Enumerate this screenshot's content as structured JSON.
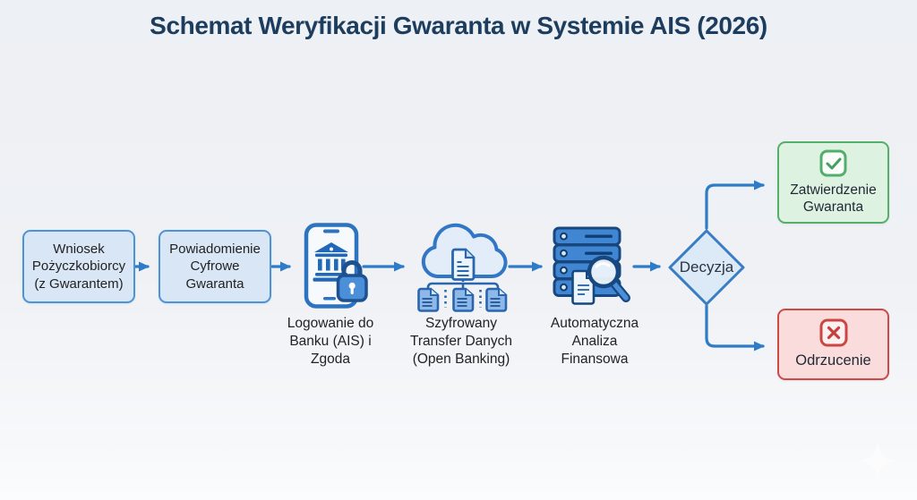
{
  "title": "Schemat Weryfikacji Gwaranta w Systemie AIS (2026)",
  "flow": {
    "wniosek": {
      "label": "Wniosek\nPożyczkobiorcy\n(z Gwarantem)",
      "type": "process"
    },
    "powiadomienie": {
      "label": "Powiadomienie\nCyfrowe\nGwaranta",
      "type": "process"
    },
    "logowanie": {
      "label": "Logowanie do\nBanku (AIS) i\nZgoda",
      "icon": "smartphone-bank-lock-icon"
    },
    "transfer": {
      "label": "Szyfrowany\nTransfer Danych\n(Open Banking)",
      "icon": "cloud-documents-icon"
    },
    "analiza": {
      "label": "Automatyczna\nAnaliza\nFinansowa",
      "icon": "server-magnifier-icon"
    },
    "decyzja": {
      "label": "Decyzja",
      "type": "decision"
    },
    "zatwierdzenie": {
      "label": "Zatwierdzenie\nGwaranta",
      "icon": "checkmark-icon",
      "type": "result-positive"
    },
    "odrzucenie": {
      "label": "Odrzucenie",
      "icon": "x-icon",
      "type": "result-negative"
    }
  },
  "colors": {
    "title": "#1d3d5f",
    "arrow": "#2e7cc7",
    "process_fill": "#d8e6f5",
    "process_border": "#4d94d6",
    "decision_fill": "#dce9f7",
    "decision_border": "#3a7cc4",
    "approve_fill": "#def2e2",
    "approve_border": "#55ae6a",
    "reject_fill": "#fadcdc",
    "reject_border": "#cd4a47",
    "text": "#222222"
  },
  "watermark": {
    "icon": "sparkle-icon"
  }
}
